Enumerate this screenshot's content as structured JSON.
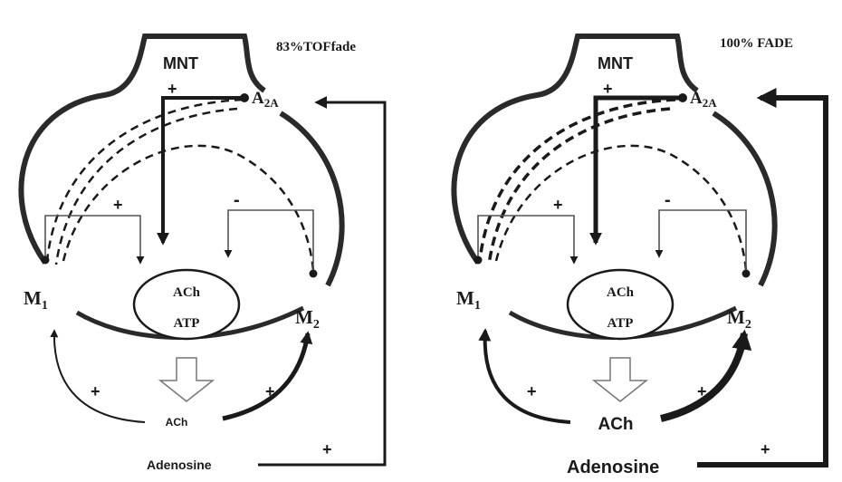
{
  "panels": [
    {
      "title": "83%TOFfade",
      "terminal": "MNT",
      "receptors": {
        "a2a_main": "A",
        "a2a_sub": "2A",
        "m1_main": "M",
        "m1_sub": "1",
        "m2_main": "M",
        "m2_sub": "2"
      },
      "vesicle": {
        "top": "ACh",
        "bottom": "ATP"
      },
      "released": "ACh",
      "metabolite": "Adenosine",
      "signs": {
        "a2a": "+",
        "m1": "+",
        "m2": "-",
        "lower_left": "+",
        "lower_right": "+",
        "adenosine": "+"
      }
    },
    {
      "title": "100% FADE",
      "terminal": "MNT",
      "receptors": {
        "a2a_main": "A",
        "a2a_sub": "2A",
        "m1_main": "M",
        "m1_sub": "1",
        "m2_main": "M",
        "m2_sub": "2"
      },
      "vesicle": {
        "top": "ACh",
        "bottom": "ATP"
      },
      "released": "ACh",
      "metabolite": "Adenosine",
      "signs": {
        "a2a": "+",
        "m1": "+",
        "m2": "-",
        "lower_left": "+",
        "lower_right": "+",
        "adenosine": "+"
      }
    }
  ]
}
